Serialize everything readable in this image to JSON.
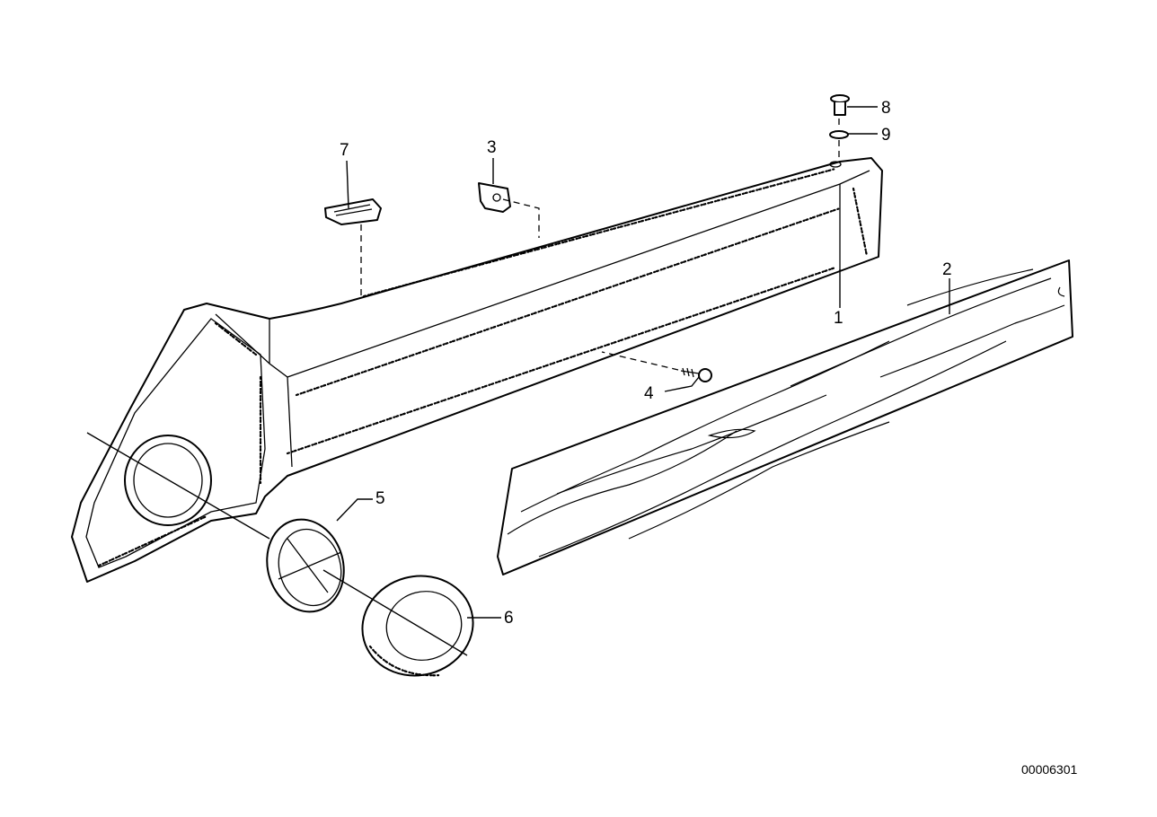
{
  "callouts": {
    "c1": "1",
    "c2": "2",
    "c3": "3",
    "c4": "4",
    "c5": "5",
    "c6": "6",
    "c7": "7",
    "c8": "8",
    "c9": "9"
  },
  "drawing_number": "00006301"
}
